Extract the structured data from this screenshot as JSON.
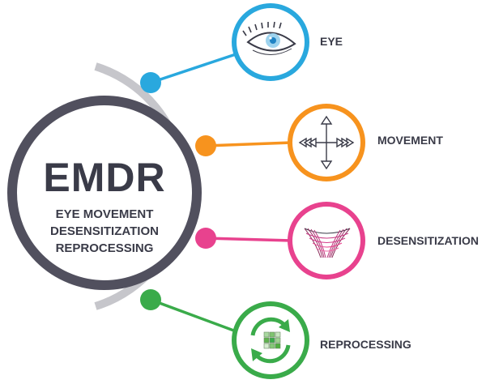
{
  "hub": {
    "title": "EMDR",
    "lines": [
      "EYE MOVEMENT",
      "DESENSITIZATION",
      "REPROCESSING"
    ]
  },
  "items": [
    {
      "label": "EYE",
      "color": "#29a8de",
      "icon": "eye-icon"
    },
    {
      "label": "MOVEMENT",
      "color": "#f7931e",
      "icon": "four-way-arrows-icon"
    },
    {
      "label": "DESENSITIZATION",
      "color": "#e8428e",
      "icon": "wave-mesh-icon"
    },
    {
      "label": "REPROCESSING",
      "color": "#3aab4a",
      "icon": "recycle-arrows-icon"
    }
  ],
  "colors": {
    "hub_ring": "#51505e",
    "arc": "#c6c6cb",
    "text": "#3a3b48"
  }
}
